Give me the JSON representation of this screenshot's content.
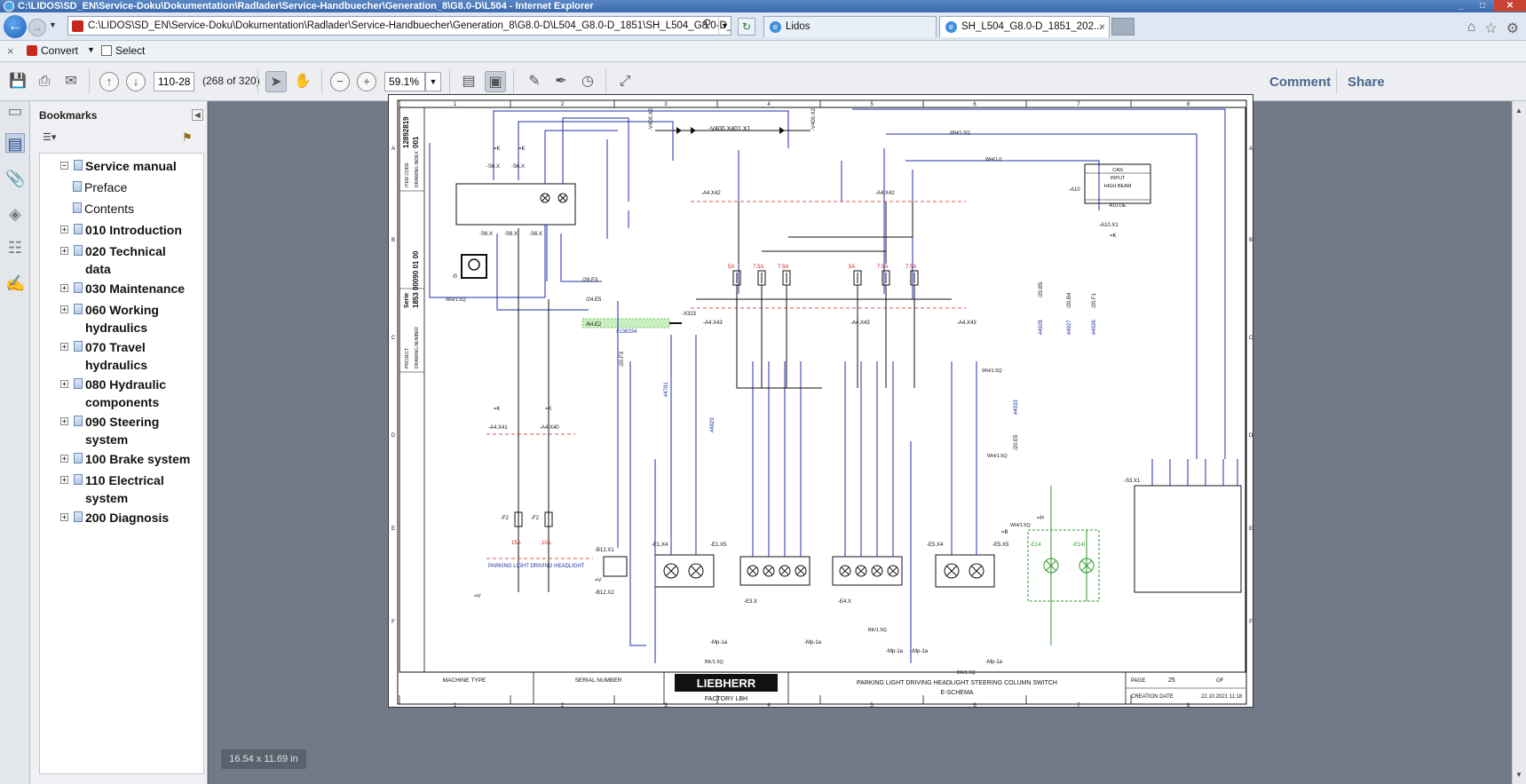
{
  "window": {
    "title": "C:\\LIDOS\\SD_EN\\Service-Doku\\Dokumentation\\Radlader\\Service-Handbuecher\\Generation_8\\G8.0-D\\L504 - Internet Explorer",
    "minimize": "_",
    "maximize": "□",
    "close": "✕"
  },
  "browser": {
    "address": "C:\\LIDOS\\SD_EN\\Service-Doku\\Dokumentation\\Radlader\\Service-Handbuecher\\Generation_8\\G8.0-D\\L504_G8.0-D_1851\\SH_L504_G8.0-D_185",
    "tabs": [
      {
        "label": "Lidos",
        "active": false
      },
      {
        "label": "SH_L504_G8.0-D_1851_202...",
        "active": true
      }
    ],
    "tab_close": "×",
    "convert_label": "Convert",
    "select_label": "Select",
    "close_bar": "×"
  },
  "toolbar": {
    "page_input": "110-28",
    "page_count": "(268 of 320)",
    "zoom": "59.1%",
    "comment_label": "Comment",
    "share_label": "Share"
  },
  "bookmarks": {
    "title": "Bookmarks",
    "items": [
      {
        "label": "Service manual",
        "bold": true,
        "expander": "−"
      },
      {
        "label": "Preface",
        "bold": false,
        "expander": ""
      },
      {
        "label": "Contents",
        "bold": false,
        "expander": ""
      },
      {
        "label": "010 Introduction",
        "bold": true,
        "expander": "+"
      },
      {
        "label": "020 Technical",
        "label2": "data",
        "bold": true,
        "expander": "+"
      },
      {
        "label": "030 Maintenance",
        "bold": true,
        "expander": "+"
      },
      {
        "label": "060 Working",
        "label2": "hydraulics",
        "bold": true,
        "expander": "+"
      },
      {
        "label": "070 Travel",
        "label2": "hydraulics",
        "bold": true,
        "expander": "+"
      },
      {
        "label": "080 Hydraulic",
        "label2": "components",
        "bold": true,
        "expander": "+"
      },
      {
        "label": "090 Steering",
        "label2": "system",
        "bold": true,
        "expander": "+"
      },
      {
        "label": "100 Brake system",
        "bold": true,
        "expander": "+"
      },
      {
        "label": "110 Electrical",
        "label2": "system",
        "bold": true,
        "expander": "+"
      },
      {
        "label": "200 Diagnosis",
        "bold": true,
        "expander": "+"
      }
    ]
  },
  "page_size": "16.54 x 11.69 in",
  "schematic": {
    "columns": [
      "1",
      "2",
      "3",
      "4",
      "5",
      "6",
      "7",
      "8"
    ],
    "rows": [
      "A",
      "B",
      "C",
      "D",
      "E",
      "F"
    ],
    "side_item_code": "12892819",
    "side_item_code2": "001",
    "side_label_item": "ITEM CODE",
    "side_label_index": "DRAWING INDEX",
    "side_serie": "Serie",
    "side_drawing_number": "1853 00090 01 00",
    "side_label_project": "PROJECT",
    "side_label_drawing_number": "DRAWING NUMBER",
    "machine_type_label": "MACHINE TYPE",
    "serial_number_label": "SERIAL NUMBER",
    "brand": "LIEBHERR",
    "factory": "FACTORY LBH",
    "drawing_title": "PARKING LIGHT DRIVING HEADLIGHT STEERING COLUMN SWITCH",
    "drawing_subtitle": "E-SCHEMA",
    "page_label": "PAGE",
    "page_value": "25",
    "of_label": "OF",
    "creation_label": "CREATION DATE",
    "creation_value": "22.10.2021  11:18",
    "legend_text": "PARKING LIGHT DRIVING HEADLIGHT",
    "labels": {
      "v400x2": "-V400.X2",
      "v400x401": "-V400.X401.X1",
      "s6x": "-S6.X",
      "a4x42": "-A4.X42",
      "a4x43": "-A4.X43",
      "a4x41": "-A4.X41",
      "a4x40": "-A4.X40",
      "a10x1": "-A10.X1",
      "a10": "-A10",
      "can_box_1": "CAN",
      "can_box_2": "INPUT",
      "can_box_3": "HIGH BEAM",
      "a10de": "A10.DE",
      "x323": "-X323",
      "b12x1": "-B12.X1",
      "b12x2": "-B12.X2",
      "e1x4": "-E1.X4",
      "e1x5": "-E1.X5",
      "e3x": "-E3.X",
      "e4x": "-E4.X",
      "e5x4": "-E5.X4",
      "e5x5": "-E5.X5",
      "e14": "-E14",
      "e14l": "-E14l",
      "s3x1": "-S3.X1",
      "mp1a": "-Mp-1a",
      "f2": "-F2",
      "fuse_15a": "15A",
      "fuse_10a": "10A",
      "fuse_5a": "5A",
      "fuse_75a": "7.5A",
      "wh15": "WH/1.5Q",
      "wh10": "WH/1.0",
      "bk15": "BK/1.5Q",
      "ref_2ae3": "/28.E3",
      "ref_24e5": "/24.E5",
      "ref_64e2": "/64.E2",
      "hash1": "#136334",
      "hash2": "#4781",
      "hash3": "#4829",
      "hash4": "#4933",
      "hash5": "#4928",
      "hash6": "#4927",
      "hash7": "#4926",
      "ref_20b5": "/20.B5",
      "ref_20b4": "/20.B4",
      "ref_20f1": "/20.F1",
      "ref_20e5": "/20.E5",
      "ref_20f3": "/20.F3",
      "v": "=V",
      "k": "=K",
      "h": "=H",
      "b": "=B"
    }
  },
  "colors": {
    "wire_blue": "#1f2fa8",
    "wire_black": "#111111",
    "wire_green": "#2a9a2a",
    "wire_red": "#d02020",
    "page_bg": "#ffffff"
  }
}
